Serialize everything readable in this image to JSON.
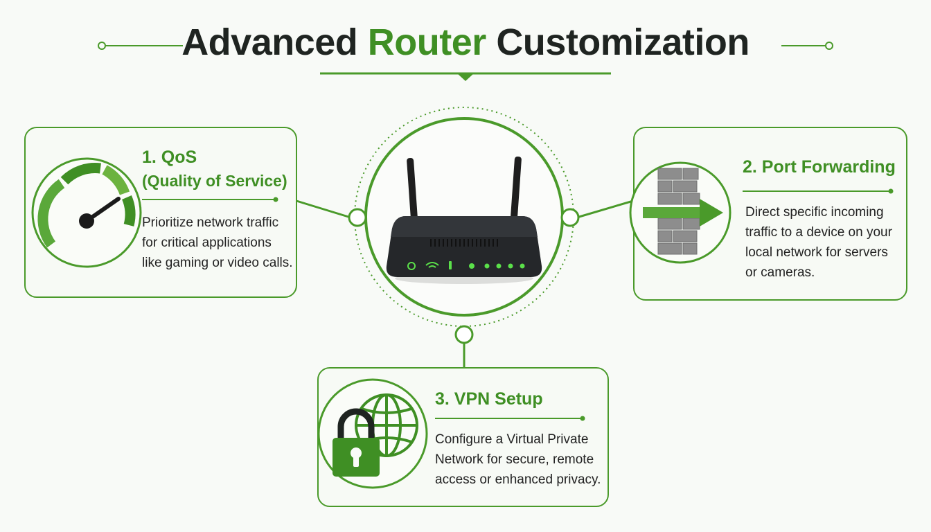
{
  "title": {
    "part1": "Advanced",
    "accent": "Router",
    "part2": "Customization"
  },
  "cards": {
    "qos": {
      "title": "1. QoS",
      "subtitle": "(Quality of Service)",
      "lines": [
        "Prioritize network traffic",
        "for critical applications",
        "like gaming or video calls."
      ],
      "icon": "speedometer-icon"
    },
    "port": {
      "title": "2. Port Forwarding",
      "lines": [
        "Direct specific incoming",
        "traffic to a device on your",
        "local network for servers",
        "or cameras."
      ],
      "icon": "firewall-arrow-icon"
    },
    "vpn": {
      "title": "3. VPN Setup",
      "lines": [
        "Configure a Virtual Private",
        "Network for secure, remote",
        "access or enhanced privacy."
      ],
      "icon": "lock-globe-icon"
    }
  },
  "center": {
    "icon": "router-icon"
  },
  "colors": {
    "accent": "#3f8f24",
    "accent_light": "#6cb33f",
    "dark": "#1f2421",
    "background": "#f8faf7"
  }
}
